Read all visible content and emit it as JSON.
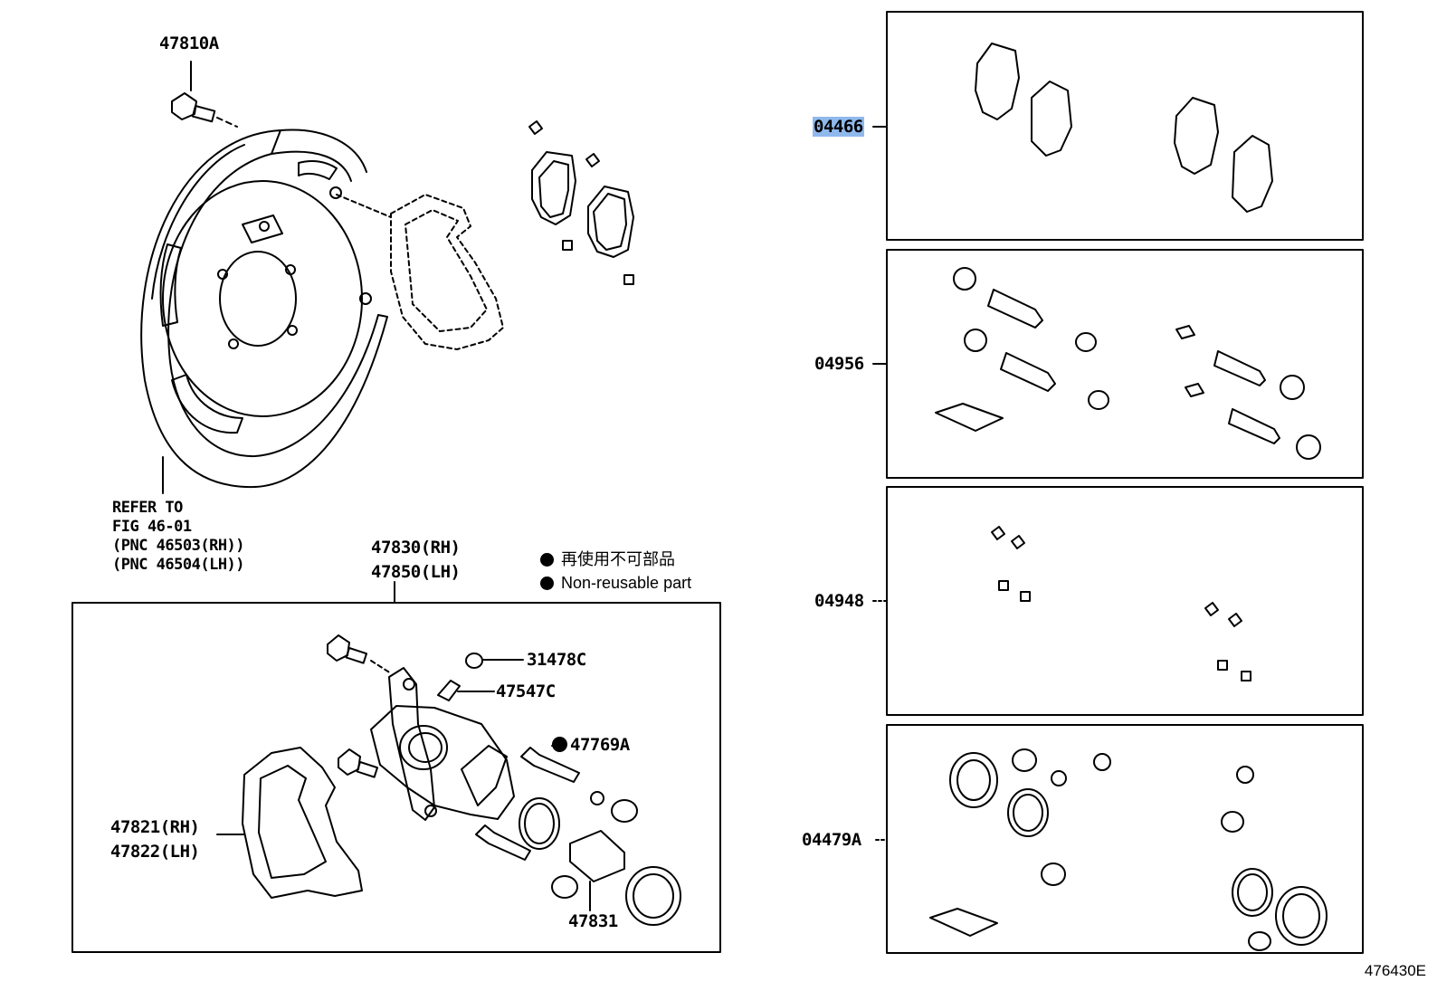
{
  "labels": {
    "bolt_top": "47810A",
    "refer_lines": [
      "REFER TO",
      "FIG 46-01",
      "(PNC 46503(RH))",
      "(PNC 46504(LH))"
    ],
    "caliper_rh": "47830(RH)",
    "caliper_lh": "47850(LH)",
    "bracket_rh": "47821(RH)",
    "bracket_lh": "47822(LH)",
    "cap": "31478C",
    "bleeder": "47547C",
    "pin": "47769A",
    "piston": "47831",
    "kit_pads": "04466",
    "kit_pins": "04956",
    "kit_clips": "04948",
    "kit_seals": "04479A"
  },
  "legend": {
    "line1": "再使用不可部品",
    "line2": "Non-reusable part"
  },
  "figure_code": "476430E"
}
